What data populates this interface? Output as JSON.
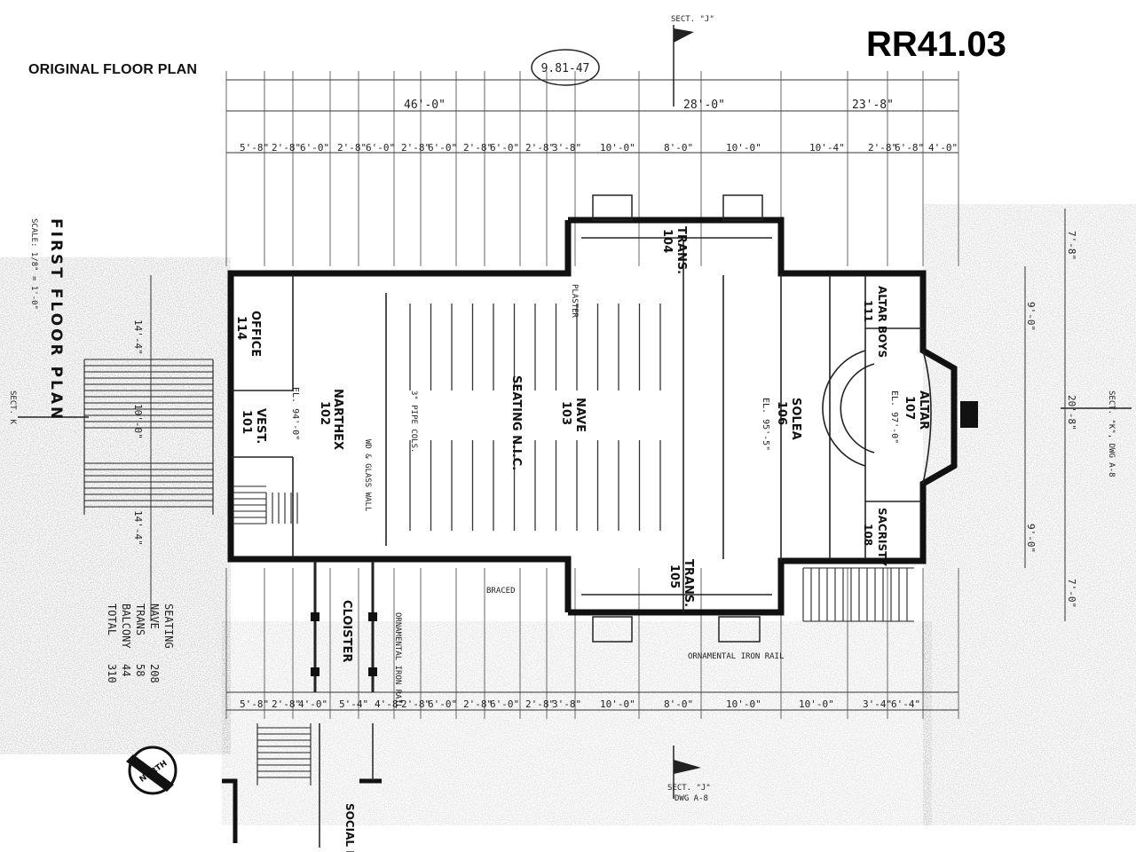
{
  "header": {
    "title": "ORIGINAL FLOOR PLAN",
    "code": "RR41.03"
  },
  "plan": {
    "vertical_title": "FIRST FLOOR PLAN",
    "scale": "SCALE: 1/8\" = 1'-0\"",
    "top_circle_dim": "9.81-47",
    "section_marks": {
      "top": "SECT. \"J\"",
      "bottom": "SECT. \"J\"",
      "bottom_ref": "DWG A-8",
      "right": "SECT. \"K\", DWG A-8",
      "left": "SECT. K"
    },
    "overall_dims": [
      "46'-0\"",
      "28'-0\"",
      "23'-8\""
    ],
    "top_dims": [
      "5'-8\"",
      "2'-8\"",
      "6'-0\"",
      "2'-8\"",
      "6'-0\"",
      "2'-8\"",
      "6'-0\"",
      "2'-8\"",
      "6'-0\"",
      "2'-8\"",
      "3'-8\"",
      "10'-0\"",
      "8'-0\"",
      "10'-0\"",
      "10'-4\"",
      "2'-8\"",
      "6'-8\"",
      "4'-0\""
    ],
    "bottom_dims": [
      "5'-8\"",
      "2'-8\"",
      "4'-0\"",
      "5'-4\"",
      "4'-8\"",
      "2'-8\"",
      "6'-0\"",
      "2'-8\"",
      "6'-0\"",
      "2'-8\"",
      "3'-8\"",
      "10'-0\"",
      "8'-0\"",
      "10'-0\"",
      "10'-0\"",
      "3'-4\"",
      "6'-4\""
    ],
    "left_dims": [
      "14'-4\"",
      "10'-0\"",
      "14'-4\""
    ],
    "right_dims": [
      "7'-8\"",
      "9'-0\"",
      "20'-8\"",
      "9'-0\"",
      "7'-0\""
    ],
    "rooms": {
      "office": "OFFICE",
      "office_no": "114",
      "vest": "VEST.",
      "vest_no": "101",
      "narthex": "NARTHEX",
      "narthex_no": "102",
      "nave": "NAVE",
      "nave_no": "103",
      "seating": "SEATING N.I.C.",
      "trans_top": "TRANS.",
      "trans_top_no": "104",
      "trans_bottom": "TRANS.",
      "trans_bottom_no": "105",
      "solea": "SOLEA",
      "solea_no": "106",
      "altar": "ALTAR",
      "altar_no": "107",
      "sacristy": "SACRISTY",
      "sacristy_no": "108",
      "altar_boys": "ALTAR BOYS",
      "altar_boys_no": "111",
      "cloister": "CLOISTER",
      "social_hall": "SOCIAL HALL"
    },
    "notes": {
      "el_narthex": "EL. 94'-0\"",
      "el_solea": "EL. 95'-5\"",
      "el_altar": "EL. 97'-0\"",
      "orn_rail": "ORNAMENTAL IRON RAIL",
      "plaster": "PLASTER",
      "braced": "BRACED",
      "pipe_cols": "3\" PIPE COLS.",
      "glass_wall": "WD & GLASS WALL"
    },
    "seating_table": {
      "heading": "SEATING",
      "rows": [
        {
          "label": "NAVE",
          "value": "208"
        },
        {
          "label": "TRANS",
          "value": "58"
        },
        {
          "label": "BALCONY",
          "value": "44"
        },
        {
          "label": "TOTAL",
          "value": "310"
        }
      ]
    },
    "north_arrow": "NORTH"
  }
}
